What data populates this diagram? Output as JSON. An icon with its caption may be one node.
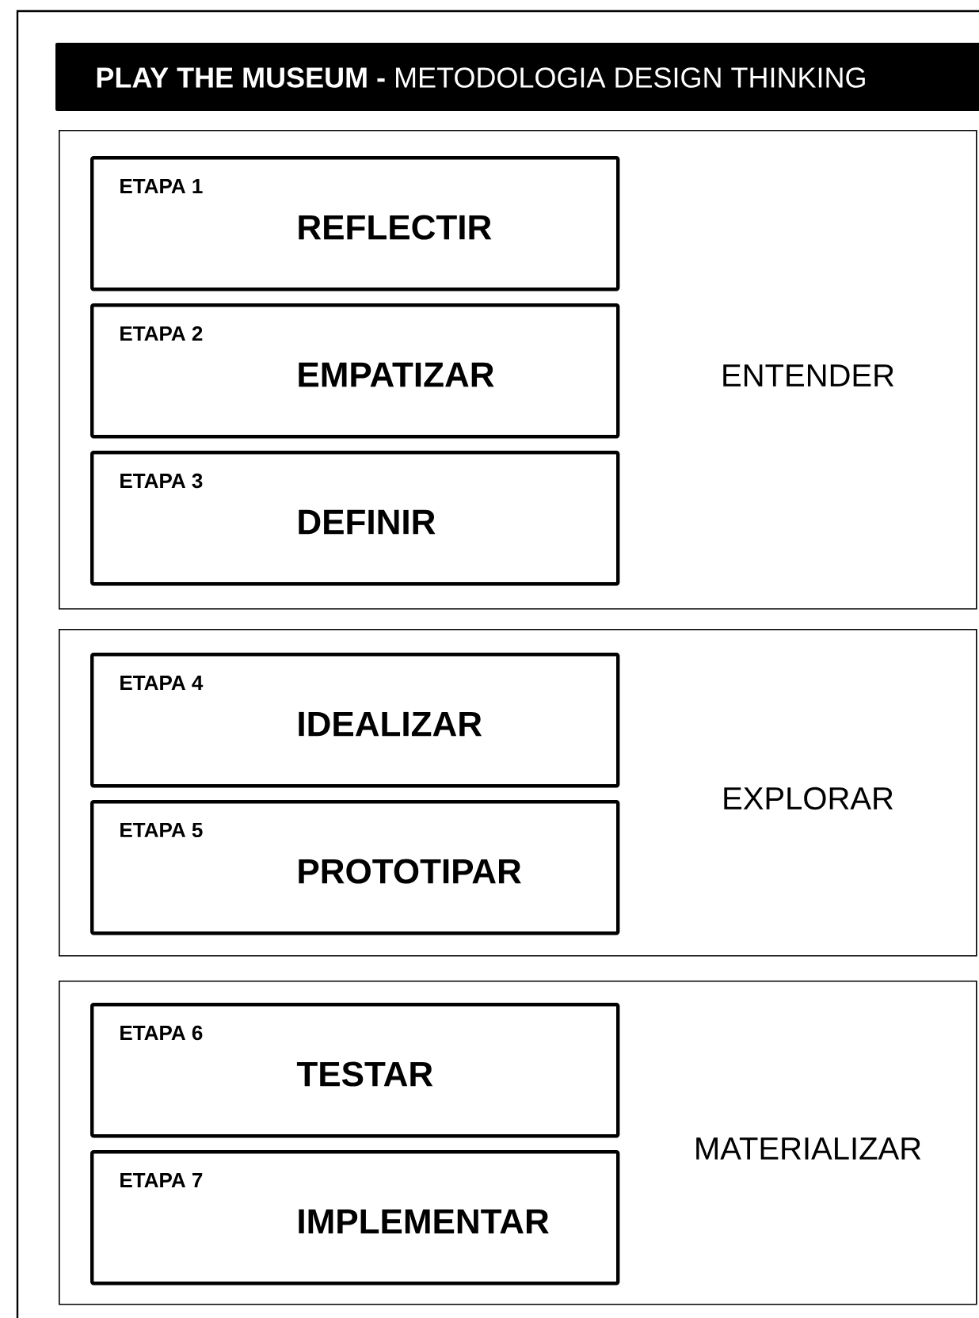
{
  "diagram": {
    "title": "**PLAY THE MUSEUM -** METODOLOGIA DESIGN THINKING",
    "nodes": [
      {
        "text": [
          "ENTENDER"
        ]
      },
      {
        "text": [
          "ETAPA 1",
          "REFLECTIR"
        ],
        "in": 0
      },
      {
        "text": [
          "ETAPA 2",
          "EMPATIZAR"
        ],
        "in": 0
      },
      {
        "text": [
          "ETAPA 3",
          "DEFINIR"
        ],
        "in": 0
      },
      {
        "text": [
          "EXPLORAR"
        ]
      },
      {
        "text": [
          "ETAPA 4",
          "IDEALIZAR"
        ],
        "in": 4
      },
      {
        "text": [
          "ETAPA 5",
          "PROTOTIPAR"
        ],
        "in": 4
      },
      {
        "text": [
          "MATERIALIZAR"
        ]
      },
      {
        "text": [
          "ETAPA 6",
          "TESTAR"
        ],
        "in": 7
      },
      {
        "text": [
          "ETAPA 7",
          "IMPLEMENTAR"
        ],
        "in": 7
      }
    ],
    "edges": []
  }
}
